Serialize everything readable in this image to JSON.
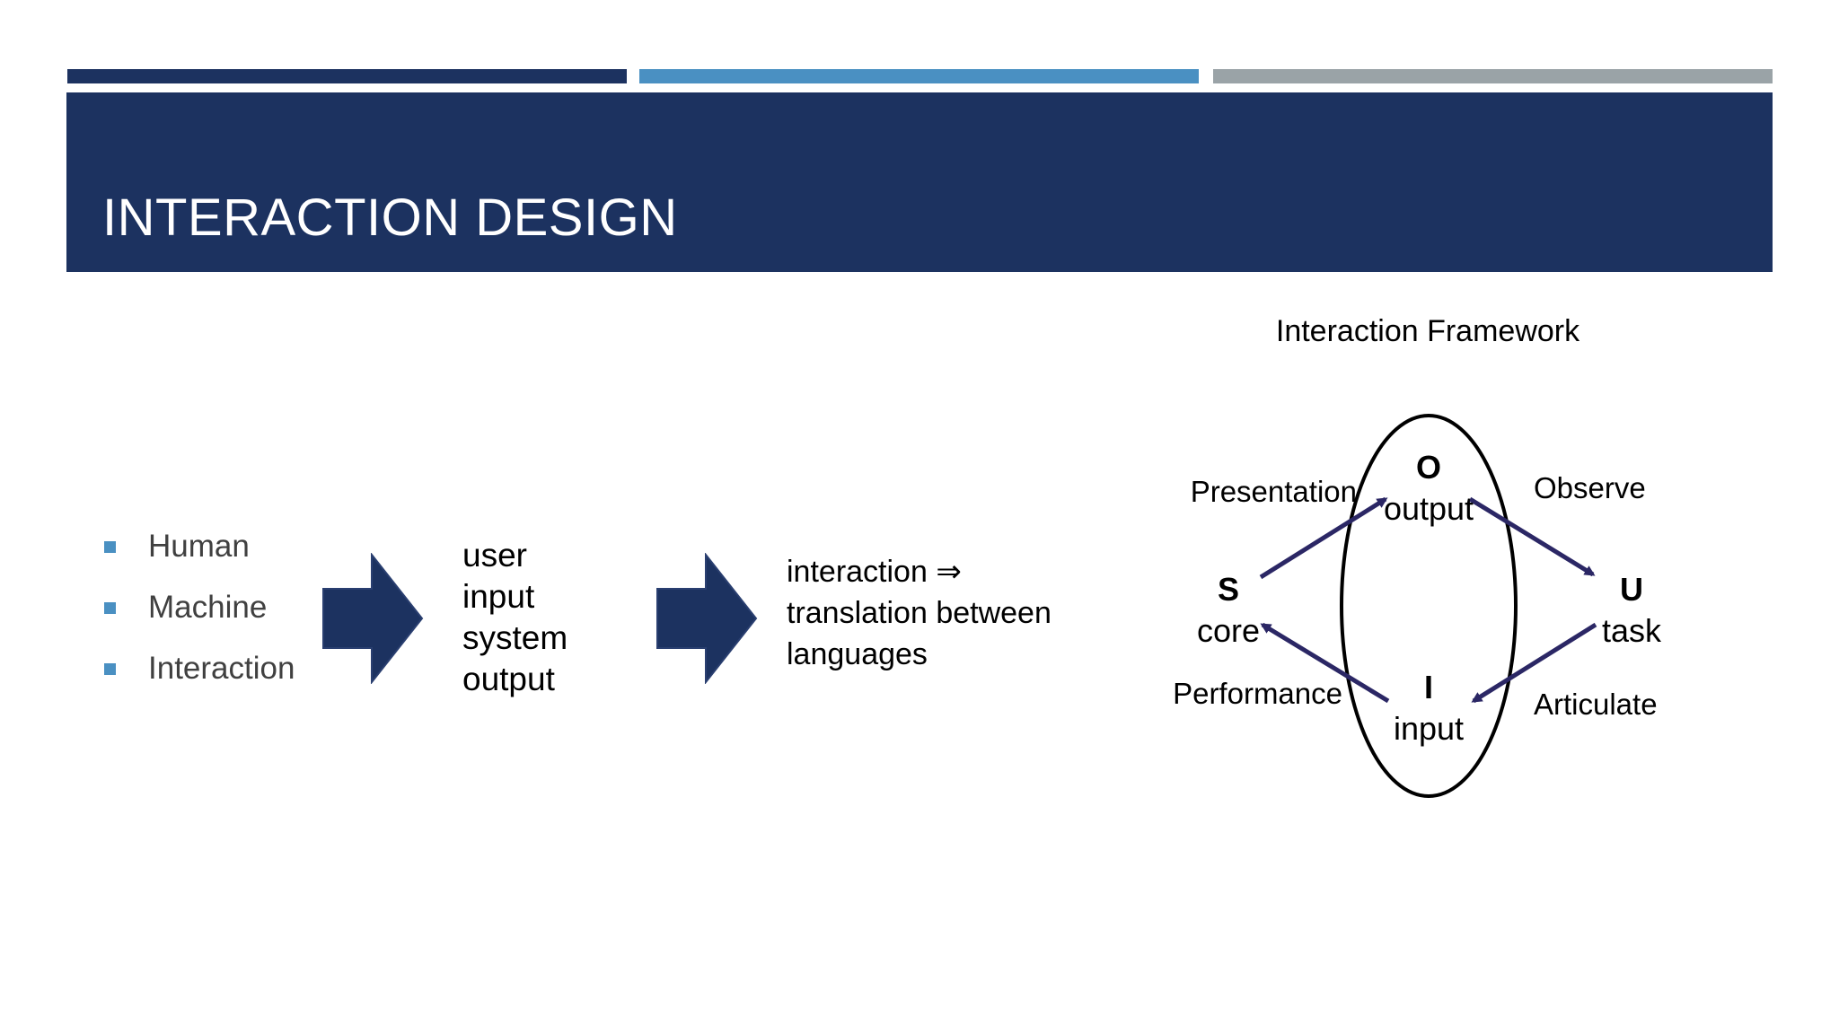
{
  "slide": {
    "title": "INTERACTION DESIGN",
    "colors": {
      "dark_blue": "#1c3260",
      "accent_blue": "#4a90c2",
      "gray": "#9aa3a7",
      "arrow": "#2b2765"
    }
  },
  "bullets": [
    "Human",
    "Machine",
    "Interaction"
  ],
  "stack": [
    "user",
    "input",
    "system",
    "output"
  ],
  "description": [
    "interaction ⇒",
    "translation between",
    "languages"
  ],
  "framework": {
    "title": "Interaction Framework",
    "nodes": {
      "output_letter": "O",
      "output_word": "output",
      "system_letter": "S",
      "system_word": "core",
      "user_letter": "U",
      "user_word": "task",
      "input_letter": "I",
      "input_word": "input"
    },
    "edges": {
      "presentation": "Presentation",
      "observe": "Observe",
      "performance": "Performance",
      "articulate": "Articulate"
    }
  }
}
